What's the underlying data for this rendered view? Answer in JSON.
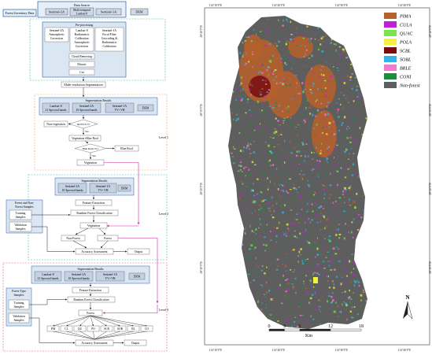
{
  "flowchart": {
    "top": {
      "forest_inventory": "Forest Inventory Data",
      "data_source": "Data Source",
      "sentinel2a": "Sentinel-2A",
      "multitemporal_l1": "Multi-temporal",
      "multitemporal_l2": "Landsat-8",
      "sentinel1a": "Sentinel-1A",
      "dem": "DEM"
    },
    "preprocessing": {
      "title": "Pre-processing",
      "col1": [
        "Sentinel-2A",
        "Atmospheric",
        "Correction"
      ],
      "col2": [
        "Landsat-8",
        "Radiometric",
        "Calibration",
        "Atmospheric",
        "Correction"
      ],
      "col3": [
        "Sentinel-1A",
        "Focal Filter",
        "Geocoding &",
        "Radiometric",
        "Calibration"
      ],
      "cloud": "Cloud Removing",
      "mosaic": "Mosaic",
      "cut": "Cut"
    },
    "mrs": "Multi-resolution Segmentation",
    "level1": {
      "label": "Level 1",
      "title": "Segmentation Results",
      "b1": [
        "Landsat-8",
        "21 Spectral bands"
      ],
      "b2": [
        "Sentinel-2A",
        "10 Spectral bands"
      ],
      "b3": [
        "Sentinel-1A",
        "VV+VH"
      ],
      "dem": "DEM",
      "nonveg": "Non-vegetation",
      "ndvi": "NDVI>0.37",
      "yes1": "Yes",
      "vegroof": "Vegetation+Blue Roof",
      "blueratio": "Blue Ratio>0.1",
      "yes2": "Yes",
      "blueroof": "Blue Roof",
      "veg": "Vegetation"
    },
    "level2": {
      "label": "Level 2",
      "title": "Segmentation Results",
      "b1": [
        "Sentinel-2A",
        "10 Spectral bands"
      ],
      "b2": [
        "Sentinel-1A",
        "VV+VH"
      ],
      "dem": "DEM",
      "fnf": [
        "Forest and Non-",
        "Forest Samples"
      ],
      "training": [
        "Training",
        "Samples"
      ],
      "validation": [
        "Validation",
        "Samples"
      ],
      "fe": "Feature Extraction",
      "rf": "Random Forest Classification",
      "veg": "Vegetation",
      "nonforest": "Non-Forest",
      "forest": "Forest",
      "acc": "Accuracy Assessment",
      "output": "Output"
    },
    "level3": {
      "label": "Level 3",
      "title": "Segmentation Results",
      "b1": [
        "Landsat-8",
        "21 Spectral bands"
      ],
      "b2": [
        "Sentinel-2A",
        "10 Spectral bands"
      ],
      "b3": [
        "Sentinel-1A",
        "VV+VH"
      ],
      "dem": "DEM",
      "fts": [
        "Forest Type",
        "Samples"
      ],
      "training": [
        "Training",
        "Samples"
      ],
      "validation": [
        "Validation",
        "Samples"
      ],
      "fe": "Feature Extraction",
      "rf": "Random Forest Classification",
      "forest": "Forest",
      "classes": [
        "PM",
        "CL",
        "QU",
        "PO",
        "SCB",
        "SOB",
        "BL",
        "CO"
      ],
      "acc": "Accuracy Assessment",
      "output": "Output"
    }
  },
  "map": {
    "top_ticks": [
      "114°10'0\"E",
      "114°20'0\"E",
      "114°30'0\"E",
      "114°40'0\"E"
    ],
    "bottom_ticks": [
      "114°10'0\"E",
      "114°20'0\"E",
      "114°30'0\"E",
      "114°40'0\"E"
    ],
    "left_ticks": [
      "28°40'0\"N",
      "28°30'0\"N",
      "28°20'0\"N",
      "28°10'0\"N"
    ],
    "right_ticks": [
      "28°40'0\"N",
      "28°30'0\"N",
      "28°20'0\"N",
      "28°10'0\"N"
    ],
    "legend": [
      {
        "label": "PIMA",
        "color": "#b5612c"
      },
      {
        "label": "CULA",
        "color": "#c41ed8"
      },
      {
        "label": "QUAC",
        "color": "#78e64b"
      },
      {
        "label": "POLA",
        "color": "#f2f23c"
      },
      {
        "label": "SCBL",
        "color": "#7a0c10"
      },
      {
        "label": "SOBL",
        "color": "#32b4e6"
      },
      {
        "label": "BRLE",
        "color": "#f07ad2"
      },
      {
        "label": "CONI",
        "color": "#1e8c3c"
      },
      {
        "label": "Non-forest",
        "color": "#5e5e5e"
      }
    ],
    "north": "N",
    "scale_ticks": [
      "0",
      "3",
      "6",
      "12",
      "18"
    ],
    "scale_unit": "Km"
  }
}
